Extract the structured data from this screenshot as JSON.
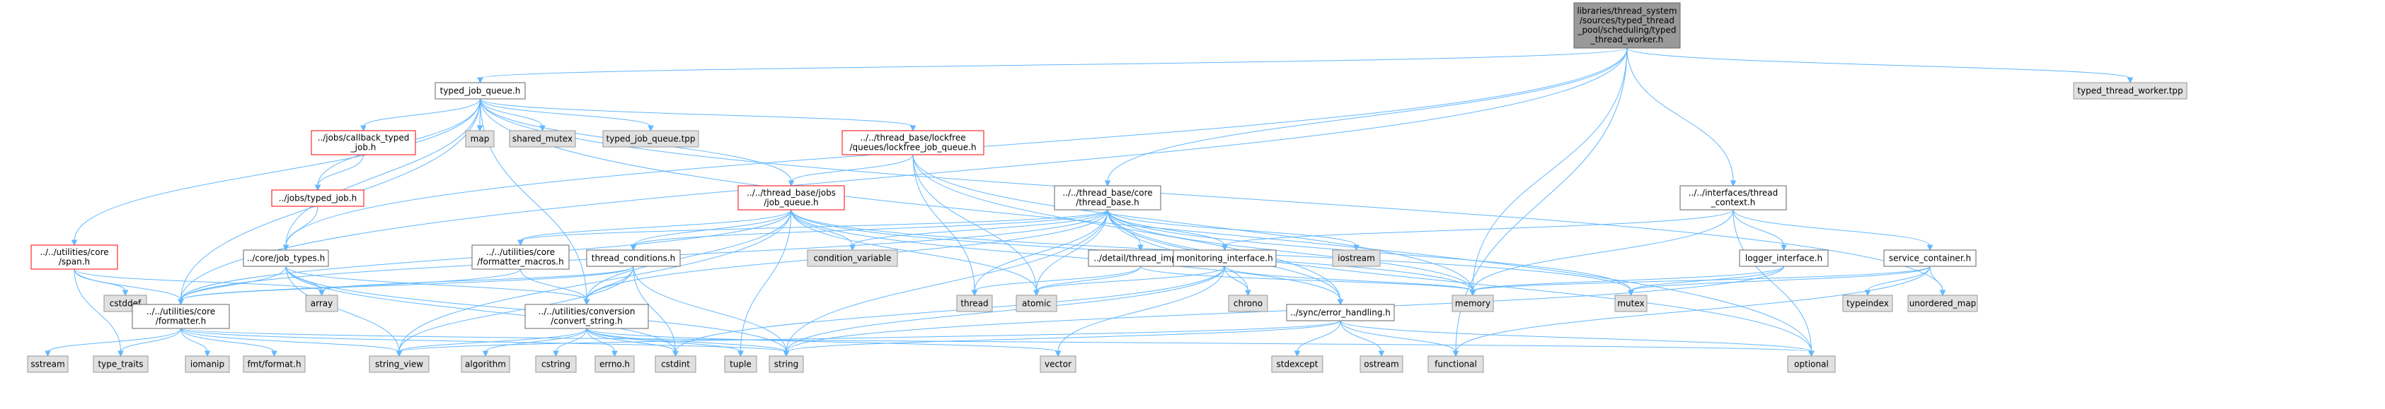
{
  "colors": {
    "root_fill": "#999999",
    "file_fill": "#ffffff",
    "file_stroke": "#666666",
    "error_stroke": "#ff0000",
    "external_fill": "#e0e0e0",
    "external_stroke": "#999999",
    "edge": "#63b8ff"
  },
  "nodes": [
    {
      "id": "root",
      "kind": "root",
      "lines": [
        "libraries/thread_system",
        "/sources/typed_thread",
        "_pool/scheduling/typed",
        "_thread_worker.h"
      ]
    },
    {
      "id": "tjq",
      "kind": "file",
      "lines": [
        "typed_job_queue.h"
      ]
    },
    {
      "id": "ttwtpp",
      "kind": "external",
      "lines": [
        "typed_thread_worker.tpp"
      ]
    },
    {
      "id": "span",
      "kind": "error",
      "lines": [
        "../../utilities/core",
        "/span.h"
      ]
    },
    {
      "id": "cbjob",
      "kind": "error",
      "lines": [
        "../jobs/callback_typed",
        "_job.h"
      ]
    },
    {
      "id": "map",
      "kind": "external",
      "lines": [
        "map"
      ]
    },
    {
      "id": "shmutex",
      "kind": "external",
      "lines": [
        "shared_mutex"
      ]
    },
    {
      "id": "tjqtpp",
      "kind": "external",
      "lines": [
        "typed_job_queue.tpp"
      ]
    },
    {
      "id": "lfq",
      "kind": "error",
      "lines": [
        "../../thread_base/lockfree",
        "/queues/lockfree_job_queue.h"
      ]
    },
    {
      "id": "typedjob",
      "kind": "error",
      "lines": [
        "../jobs/typed_job.h"
      ]
    },
    {
      "id": "jobq",
      "kind": "error",
      "lines": [
        "../../thread_base/jobs",
        "/job_queue.h"
      ]
    },
    {
      "id": "tbase",
      "kind": "file",
      "lines": [
        "../../thread_base/core",
        "/thread_base.h"
      ]
    },
    {
      "id": "tctx",
      "kind": "file",
      "lines": [
        "../../interfaces/thread",
        "_context.h"
      ]
    },
    {
      "id": "jobtypes",
      "kind": "file",
      "lines": [
        "../core/job_types.h"
      ]
    },
    {
      "id": "fmtmacros",
      "kind": "file",
      "lines": [
        "../../utilities/core",
        "/formatter_macros.h"
      ]
    },
    {
      "id": "tcond",
      "kind": "file",
      "lines": [
        "thread_conditions.h"
      ]
    },
    {
      "id": "condvar",
      "kind": "external",
      "lines": [
        "condition_variable"
      ]
    },
    {
      "id": "detail",
      "kind": "file",
      "lines": [
        "../detail/thread_impl.h"
      ]
    },
    {
      "id": "monif",
      "kind": "file",
      "lines": [
        "monitoring_interface.h"
      ]
    },
    {
      "id": "iostream",
      "kind": "external",
      "lines": [
        "iostream"
      ]
    },
    {
      "id": "logif",
      "kind": "file",
      "lines": [
        "logger_interface.h"
      ]
    },
    {
      "id": "svc",
      "kind": "file",
      "lines": [
        "service_container.h"
      ]
    },
    {
      "id": "cstddef",
      "kind": "external",
      "lines": [
        "cstddef"
      ]
    },
    {
      "id": "array",
      "kind": "external",
      "lines": [
        "array"
      ]
    },
    {
      "id": "formatter",
      "kind": "file",
      "lines": [
        "../../utilities/core",
        "/formatter.h"
      ]
    },
    {
      "id": "convstr",
      "kind": "file",
      "lines": [
        "../../utilities/conversion",
        "/convert_string.h"
      ]
    },
    {
      "id": "thread",
      "kind": "external",
      "lines": [
        "thread"
      ]
    },
    {
      "id": "atomic",
      "kind": "external",
      "lines": [
        "atomic"
      ]
    },
    {
      "id": "chrono",
      "kind": "external",
      "lines": [
        "chrono"
      ]
    },
    {
      "id": "memory",
      "kind": "external",
      "lines": [
        "memory"
      ]
    },
    {
      "id": "errh",
      "kind": "file",
      "lines": [
        "../sync/error_handling.h"
      ]
    },
    {
      "id": "mutex",
      "kind": "external",
      "lines": [
        "mutex"
      ]
    },
    {
      "id": "typeindex",
      "kind": "external",
      "lines": [
        "typeindex"
      ]
    },
    {
      "id": "umap",
      "kind": "external",
      "lines": [
        "unordered_map"
      ]
    },
    {
      "id": "sstream",
      "kind": "external",
      "lines": [
        "sstream"
      ]
    },
    {
      "id": "typetraits",
      "kind": "external",
      "lines": [
        "type_traits"
      ]
    },
    {
      "id": "iomanip",
      "kind": "external",
      "lines": [
        "iomanip"
      ]
    },
    {
      "id": "fmtformat",
      "kind": "external",
      "lines": [
        "fmt/format.h"
      ]
    },
    {
      "id": "stringview",
      "kind": "external",
      "lines": [
        "string_view"
      ]
    },
    {
      "id": "algorithm",
      "kind": "external",
      "lines": [
        "algorithm"
      ]
    },
    {
      "id": "cstring",
      "kind": "external",
      "lines": [
        "cstring"
      ]
    },
    {
      "id": "errnoh",
      "kind": "external",
      "lines": [
        "errno.h"
      ]
    },
    {
      "id": "cstdint",
      "kind": "external",
      "lines": [
        "cstdint"
      ]
    },
    {
      "id": "tuple",
      "kind": "external",
      "lines": [
        "tuple"
      ]
    },
    {
      "id": "string",
      "kind": "external",
      "lines": [
        "string"
      ]
    },
    {
      "id": "vector",
      "kind": "external",
      "lines": [
        "vector"
      ]
    },
    {
      "id": "stdexcept",
      "kind": "external",
      "lines": [
        "stdexcept"
      ]
    },
    {
      "id": "ostream",
      "kind": "external",
      "lines": [
        "ostream"
      ]
    },
    {
      "id": "functional",
      "kind": "external",
      "lines": [
        "functional"
      ]
    },
    {
      "id": "optional",
      "kind": "external",
      "lines": [
        "optional"
      ]
    }
  ],
  "edges": [
    [
      "root",
      "tjq"
    ],
    [
      "root",
      "ttwtpp"
    ],
    [
      "root",
      "tbase"
    ],
    [
      "root",
      "tctx"
    ],
    [
      "root",
      "memory"
    ],
    [
      "root",
      "formatter"
    ],
    [
      "root",
      "jobtypes"
    ],
    [
      "root",
      "functional"
    ],
    [
      "tjq",
      "span"
    ],
    [
      "tjq",
      "cbjob"
    ],
    [
      "tjq",
      "map"
    ],
    [
      "tjq",
      "shmutex"
    ],
    [
      "tjq",
      "tjqtpp"
    ],
    [
      "tjq",
      "lfq"
    ],
    [
      "tjq",
      "typedjob"
    ],
    [
      "tjq",
      "jobq"
    ],
    [
      "tjq",
      "jobtypes"
    ],
    [
      "tjq",
      "formatter"
    ],
    [
      "tjq",
      "convstr"
    ],
    [
      "tjq",
      "umap"
    ],
    [
      "tjq",
      "optional"
    ],
    [
      "span",
      "cstddef"
    ],
    [
      "span",
      "array"
    ],
    [
      "span",
      "typetraits"
    ],
    [
      "span",
      "formatter"
    ],
    [
      "cbjob",
      "typedjob"
    ],
    [
      "typedjob",
      "jobtypes"
    ],
    [
      "lfq",
      "jobq"
    ],
    [
      "lfq",
      "atomic"
    ],
    [
      "lfq",
      "memory"
    ],
    [
      "lfq",
      "thread"
    ],
    [
      "lfq",
      "errh"
    ],
    [
      "jobq",
      "condvar"
    ],
    [
      "jobq",
      "tcond"
    ],
    [
      "jobq",
      "fmtmacros"
    ],
    [
      "jobq",
      "formatter"
    ],
    [
      "jobq",
      "convstr"
    ],
    [
      "jobq",
      "errh"
    ],
    [
      "jobq",
      "memory"
    ],
    [
      "jobq",
      "atomic"
    ],
    [
      "jobq",
      "mutex"
    ],
    [
      "jobq",
      "tuple"
    ],
    [
      "jobq",
      "stringview"
    ],
    [
      "tbase",
      "condvar"
    ],
    [
      "tbase",
      "tcond"
    ],
    [
      "tbase",
      "fmtmacros"
    ],
    [
      "tbase",
      "detail"
    ],
    [
      "tbase",
      "monif"
    ],
    [
      "tbase",
      "iostream"
    ],
    [
      "tbase",
      "thread"
    ],
    [
      "tbase",
      "atomic"
    ],
    [
      "tbase",
      "chrono"
    ],
    [
      "tbase",
      "memory"
    ],
    [
      "tbase",
      "mutex"
    ],
    [
      "tbase",
      "optional"
    ],
    [
      "tbase",
      "errh"
    ],
    [
      "tbase",
      "formatter"
    ],
    [
      "tbase",
      "convstr"
    ],
    [
      "tbase",
      "string"
    ],
    [
      "tctx",
      "logif"
    ],
    [
      "tctx",
      "svc"
    ],
    [
      "tctx",
      "monif"
    ],
    [
      "tctx",
      "memory"
    ],
    [
      "tctx",
      "optional"
    ],
    [
      "jobtypes",
      "formatter"
    ],
    [
      "jobtypes",
      "convstr"
    ],
    [
      "jobtypes",
      "array"
    ],
    [
      "jobtypes",
      "stringview"
    ],
    [
      "jobtypes",
      "string"
    ],
    [
      "jobtypes",
      "cstdint"
    ],
    [
      "fmtmacros",
      "formatter"
    ],
    [
      "fmtmacros",
      "convstr"
    ],
    [
      "tcond",
      "formatter"
    ],
    [
      "tcond",
      "convstr"
    ],
    [
      "tcond",
      "array"
    ],
    [
      "tcond",
      "stringview"
    ],
    [
      "tcond",
      "cstdint"
    ],
    [
      "tcond",
      "string"
    ],
    [
      "detail",
      "thread"
    ],
    [
      "detail",
      "atomic"
    ],
    [
      "detail",
      "memory"
    ],
    [
      "monif",
      "chrono"
    ],
    [
      "monif",
      "memory"
    ],
    [
      "monif",
      "vector"
    ],
    [
      "monif",
      "cstdint"
    ],
    [
      "monif",
      "string"
    ],
    [
      "monif",
      "atomic"
    ],
    [
      "logif",
      "memory"
    ],
    [
      "logif",
      "mutex"
    ],
    [
      "logif",
      "string"
    ],
    [
      "svc",
      "memory"
    ],
    [
      "svc",
      "mutex"
    ],
    [
      "svc",
      "typeindex"
    ],
    [
      "svc",
      "umap"
    ],
    [
      "svc",
      "functional"
    ],
    [
      "formatter",
      "sstream"
    ],
    [
      "formatter",
      "typetraits"
    ],
    [
      "formatter",
      "iomanip"
    ],
    [
      "formatter",
      "fmtformat"
    ],
    [
      "formatter",
      "stringview"
    ],
    [
      "formatter",
      "string"
    ],
    [
      "formatter",
      "optional"
    ],
    [
      "convstr",
      "algorithm"
    ],
    [
      "convstr",
      "cstring"
    ],
    [
      "convstr",
      "errnoh"
    ],
    [
      "convstr",
      "cstdint"
    ],
    [
      "convstr",
      "tuple"
    ],
    [
      "convstr",
      "string"
    ],
    [
      "convstr",
      "vector"
    ],
    [
      "convstr",
      "stringview"
    ],
    [
      "errh",
      "stdexcept"
    ],
    [
      "errh",
      "ostream"
    ],
    [
      "errh",
      "functional"
    ],
    [
      "errh",
      "optional"
    ],
    [
      "errh",
      "string"
    ],
    [
      "errh",
      "stringview"
    ]
  ]
}
